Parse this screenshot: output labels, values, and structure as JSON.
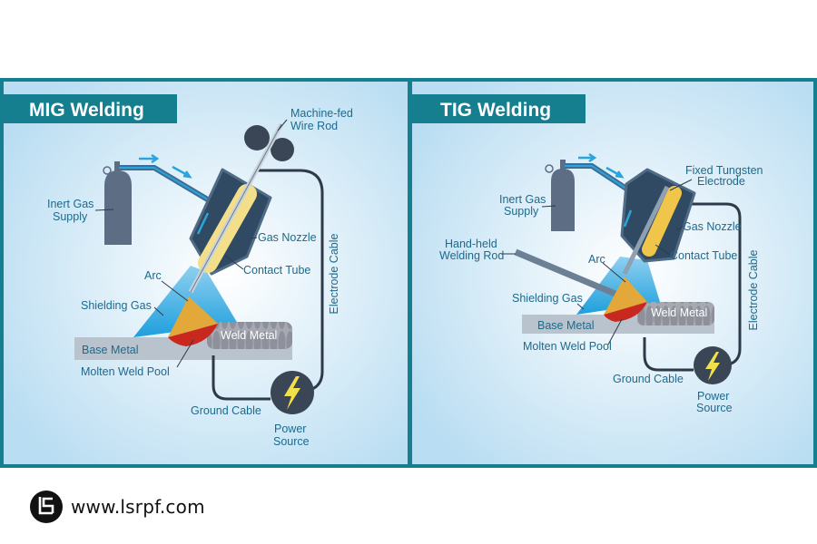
{
  "mig": {
    "title": "MIG Welding",
    "labels": {
      "wire_1": "Machine-fed",
      "wire_2": "Wire Rod",
      "gas_1": "Inert Gas",
      "gas_2": "Supply",
      "nozzle": "Gas Nozzle",
      "tube": "Contact Tube",
      "arc": "Arc",
      "shield": "Shielding Gas",
      "base": "Base Metal",
      "weld": "Weld Metal",
      "pool": "Molten Weld Pool",
      "ground": "Ground Cable",
      "power_1": "Power",
      "power_2": "Source",
      "electrode_cable": "Electrode Cable"
    }
  },
  "tig": {
    "title": "TIG Welding",
    "labels": {
      "tungsten_1": "Fixed Tungsten",
      "tungsten_2": "Electrode",
      "gas_1": "Inert Gas",
      "gas_2": "Supply",
      "rod_1": "Hand-held",
      "rod_2": "Welding Rod",
      "nozzle": "Gas Nozzle",
      "tube": "Contact Tube",
      "arc": "Arc",
      "shield": "Shielding Gas",
      "base": "Base Metal",
      "weld": "Weld Metal",
      "pool": "Molten Weld Pool",
      "ground": "Ground Cable",
      "power_1": "Power",
      "power_2": "Source",
      "electrode_cable": "Electrode Cable"
    }
  },
  "footer": {
    "website": "www.lsrpf.com"
  },
  "colors": {
    "frame": "#167f8f",
    "label": "#1d6a8c",
    "gas": "#2aa6dc",
    "arc": "#e2a93a",
    "pool": "#c8281e"
  }
}
